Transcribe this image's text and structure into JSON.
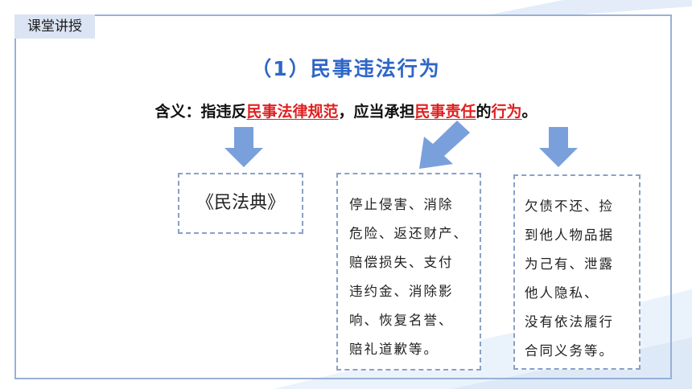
{
  "colors": {
    "title": "#2e66c8",
    "highlight": "#e02020",
    "arrow": "#7aa0dc",
    "frame": "#98b0d8",
    "tag_bg": "#dbe4f3"
  },
  "section_tag": "课堂讲授",
  "title": "（1）民事违法行为",
  "definition": {
    "prefix": "含义：指违反",
    "term_1": "民事法律规范",
    "middle": "，应当承担",
    "term_2": "民事责任",
    "connector": "的",
    "term_3": "行为",
    "suffix": "。"
  },
  "boxes": {
    "law": "《民法典》",
    "liabilities": [
      "停止侵害、消除",
      "危险、返还财产、",
      "赔偿损失、支付",
      "违约金、消除影",
      "响、恢复名誉、",
      "赔礼道歉等。"
    ],
    "acts": [
      "欠债不还、捡",
      "到他人物品据",
      "为己有、泄露",
      "他人隐私、",
      "没有依法履行",
      "合同义务等。"
    ]
  }
}
